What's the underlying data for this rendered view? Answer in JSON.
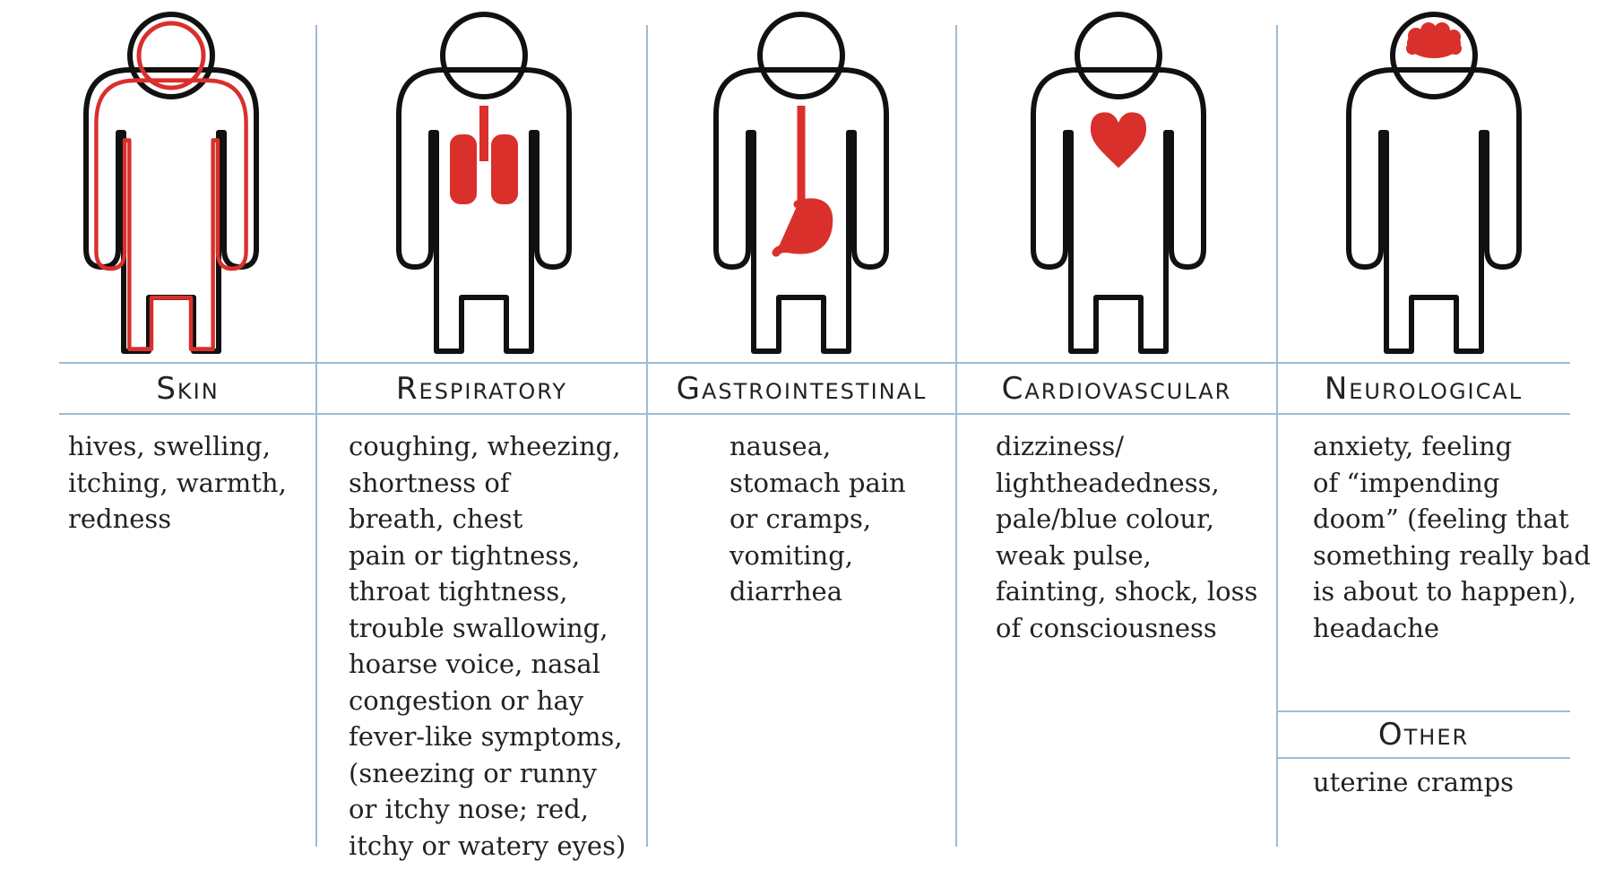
{
  "accent_color": "#d9302c",
  "outline_color": "#111111",
  "divider_color": "#9bbcd8",
  "columns": [
    {
      "heading": "Skin",
      "icon": "body-skin-outline-icon",
      "symptoms": "hives, swelling,\nitching, warmth,\nredness"
    },
    {
      "heading": "Respiratory",
      "icon": "lungs-icon",
      "symptoms": "coughing, wheezing,\nshortness of\nbreath, chest\npain or tightness,\nthroat tightness,\ntrouble swallowing,\nhoarse voice, nasal\ncongestion or hay\nfever-like symptoms,\n(sneezing or runny\nor itchy nose; red,\nitchy or watery eyes)"
    },
    {
      "heading": "Gastrointestinal",
      "icon": "stomach-icon",
      "symptoms": "nausea,\nstomach pain\nor cramps,\nvomiting,\ndiarrhea"
    },
    {
      "heading": "Cardiovascular",
      "icon": "heart-icon",
      "symptoms": "dizziness/\nlightheadedness,\npale/blue colour,\nweak pulse,\nfainting, shock, loss\nof consciousness"
    },
    {
      "heading": "Neurological",
      "icon": "brain-icon",
      "symptoms": "anxiety, feeling\nof “impending\ndoom” (feeling that\nsomething really bad\nis about to happen),\nheadache"
    }
  ],
  "other": {
    "heading": "Other",
    "symptoms": "uterine cramps"
  }
}
